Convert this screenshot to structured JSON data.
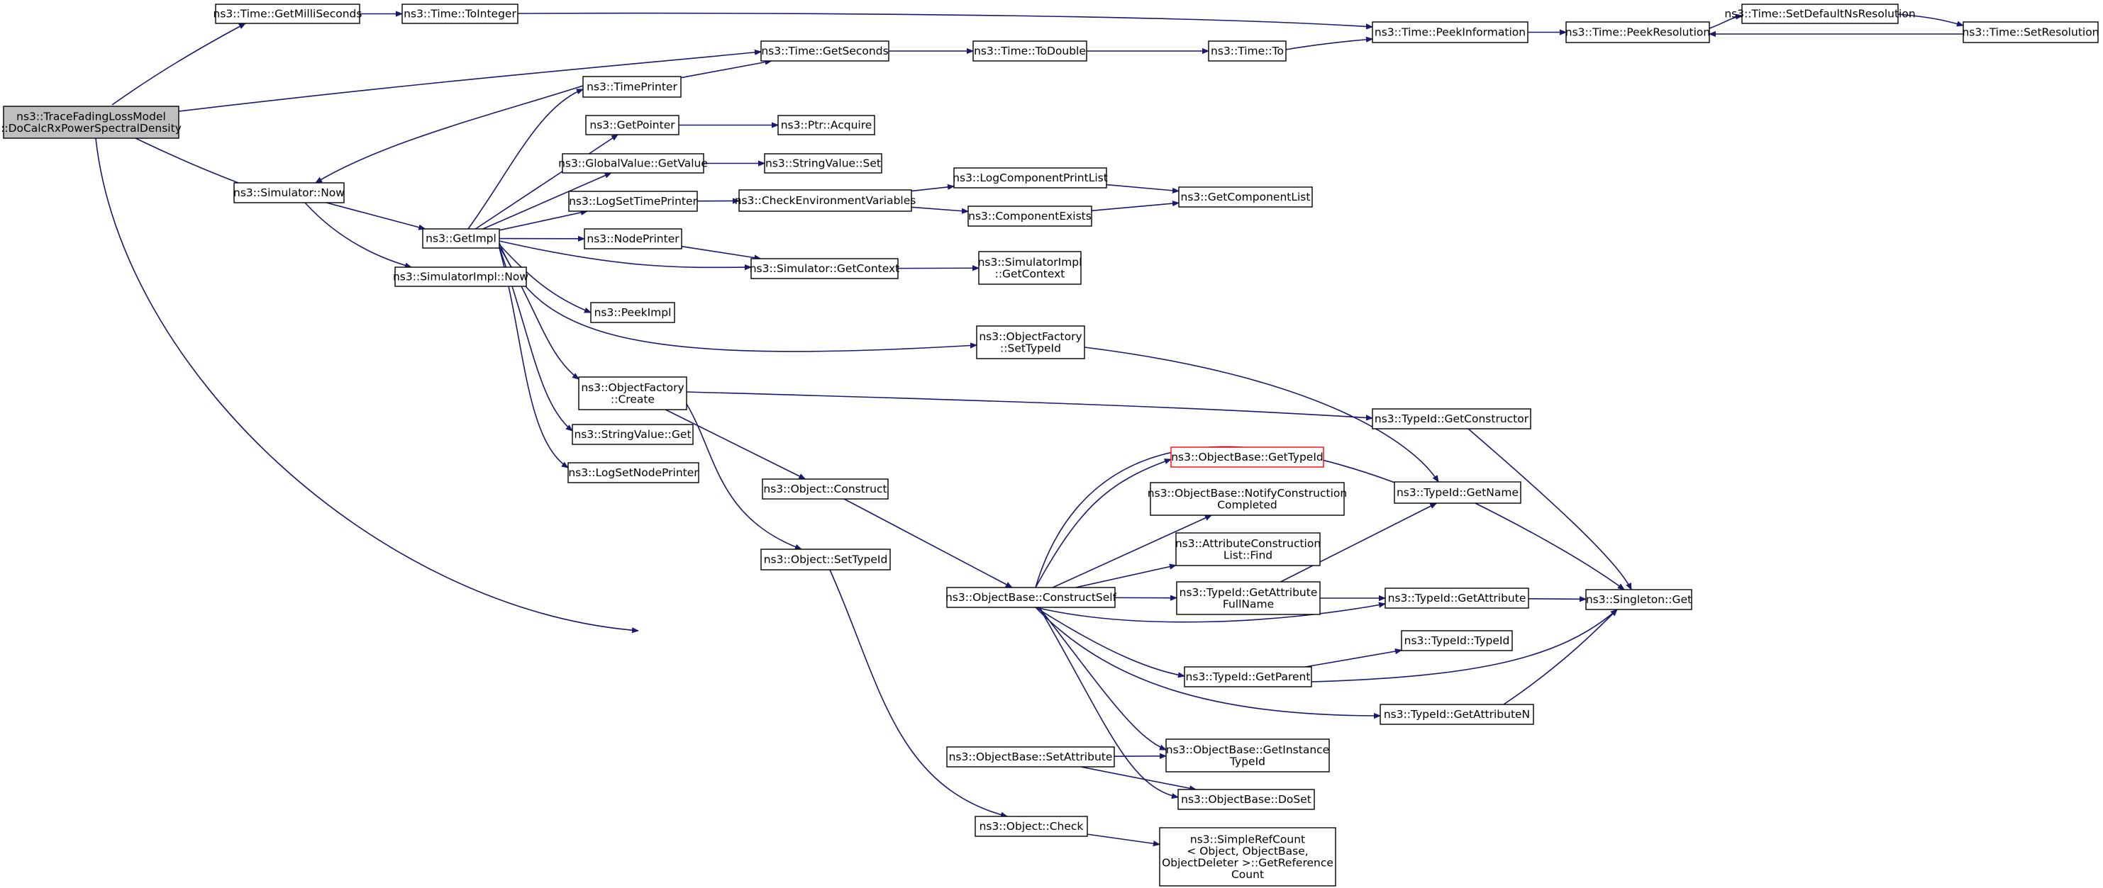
{
  "diagram": {
    "type": "call-graph",
    "colors": {
      "edge": "#191970",
      "node_border": "#000000",
      "root_fill": "#bfbfbf",
      "highlight_border": "#ff0000"
    },
    "nodes": [
      {
        "id": "root",
        "lines": [
          "ns3::TraceFadingLossModel",
          "::DoCalcRxPowerSpectralDensity"
        ],
        "style": "root"
      },
      {
        "id": "getmilli",
        "lines": [
          "ns3::Time::GetMilliSeconds"
        ]
      },
      {
        "id": "tointeger",
        "lines": [
          "ns3::Time::ToInteger"
        ]
      },
      {
        "id": "peekinfo",
        "lines": [
          "ns3::Time::PeekInformation"
        ]
      },
      {
        "id": "peekres",
        "lines": [
          "ns3::Time::PeekResolution"
        ]
      },
      {
        "id": "setdefns",
        "lines": [
          "ns3::Time::SetDefaultNsResolution"
        ]
      },
      {
        "id": "setres",
        "lines": [
          "ns3::Time::SetResolution"
        ]
      },
      {
        "id": "getseconds",
        "lines": [
          "ns3::Time::GetSeconds"
        ]
      },
      {
        "id": "todouble",
        "lines": [
          "ns3::Time::ToDouble"
        ]
      },
      {
        "id": "timeto",
        "lines": [
          "ns3::Time::To"
        ]
      },
      {
        "id": "timeprinter",
        "lines": [
          "ns3::TimePrinter"
        ]
      },
      {
        "id": "getpointer",
        "lines": [
          "ns3::GetPointer"
        ]
      },
      {
        "id": "ptracquire",
        "lines": [
          "ns3::Ptr::Acquire"
        ]
      },
      {
        "id": "gvgetvalue",
        "lines": [
          "ns3::GlobalValue::GetValue"
        ]
      },
      {
        "id": "svset",
        "lines": [
          "ns3::StringValue::Set"
        ]
      },
      {
        "id": "logsettime",
        "lines": [
          "ns3::LogSetTimePrinter"
        ]
      },
      {
        "id": "checkenv",
        "lines": [
          "ns3::CheckEnvironmentVariables"
        ]
      },
      {
        "id": "logcomplist",
        "lines": [
          "ns3::LogComponentPrintList"
        ]
      },
      {
        "id": "compexists",
        "lines": [
          "ns3::ComponentExists"
        ]
      },
      {
        "id": "getcomplist",
        "lines": [
          "ns3::GetComponentList"
        ]
      },
      {
        "id": "simnow",
        "lines": [
          "ns3::Simulator::Now"
        ]
      },
      {
        "id": "getimpl",
        "lines": [
          "ns3::GetImpl"
        ]
      },
      {
        "id": "simimplnow",
        "lines": [
          "ns3::SimulatorImpl::Now"
        ]
      },
      {
        "id": "nodeprinter",
        "lines": [
          "ns3::NodePrinter"
        ]
      },
      {
        "id": "simgetctx",
        "lines": [
          "ns3::Simulator::GetContext"
        ]
      },
      {
        "id": "simimplctx",
        "lines": [
          "ns3::SimulatorImpl",
          "::GetContext"
        ]
      },
      {
        "id": "peekimpl",
        "lines": [
          "ns3::PeekImpl"
        ]
      },
      {
        "id": "ofsettypeid",
        "lines": [
          "ns3::ObjectFactory",
          "::SetTypeId"
        ]
      },
      {
        "id": "ofcreate",
        "lines": [
          "ns3::ObjectFactory",
          "::Create"
        ]
      },
      {
        "id": "svget",
        "lines": [
          "ns3::StringValue::Get"
        ]
      },
      {
        "id": "logsetnode",
        "lines": [
          "ns3::LogSetNodePrinter"
        ]
      },
      {
        "id": "tidgetctor",
        "lines": [
          "ns3::TypeId::GetConstructor"
        ]
      },
      {
        "id": "obgettypeid",
        "lines": [
          "ns3::ObjectBase::GetTypeId"
        ],
        "style": "red"
      },
      {
        "id": "objconstruct",
        "lines": [
          "ns3::Object::Construct"
        ]
      },
      {
        "id": "tidgetname",
        "lines": [
          "ns3::TypeId::GetName"
        ]
      },
      {
        "id": "obnotify",
        "lines": [
          "ns3::ObjectBase::NotifyConstruction",
          "Completed"
        ]
      },
      {
        "id": "objsettypeid",
        "lines": [
          "ns3::Object::SetTypeId"
        ]
      },
      {
        "id": "acfind",
        "lines": [
          "ns3::AttributeConstruction",
          "List::Find"
        ]
      },
      {
        "id": "obconstructself",
        "lines": [
          "ns3::ObjectBase::ConstructSelf"
        ]
      },
      {
        "id": "tidgetattrfull",
        "lines": [
          "ns3::TypeId::GetAttribute",
          "FullName"
        ]
      },
      {
        "id": "tidgetattr",
        "lines": [
          "ns3::TypeId::GetAttribute"
        ]
      },
      {
        "id": "singletonget",
        "lines": [
          "ns3::Singleton::Get"
        ]
      },
      {
        "id": "tidtypeid",
        "lines": [
          "ns3::TypeId::TypeId"
        ]
      },
      {
        "id": "tidgetparent",
        "lines": [
          "ns3::TypeId::GetParent"
        ]
      },
      {
        "id": "tidgetattrn",
        "lines": [
          "ns3::TypeId::GetAttributeN"
        ]
      },
      {
        "id": "obsetattr",
        "lines": [
          "ns3::ObjectBase::SetAttribute"
        ]
      },
      {
        "id": "obgetinst",
        "lines": [
          "ns3::ObjectBase::GetInstance",
          "TypeId"
        ]
      },
      {
        "id": "obdoset",
        "lines": [
          "ns3::ObjectBase::DoSet"
        ]
      },
      {
        "id": "objcheck",
        "lines": [
          "ns3::Object::Check"
        ]
      },
      {
        "id": "srcget",
        "lines": [
          "ns3::SimpleRefCount",
          "< Object, ObjectBase,",
          " ObjectDeleter >::GetReference",
          "Count"
        ]
      }
    ],
    "edges": [
      [
        "root",
        "getmilli"
      ],
      [
        "root",
        "getseconds"
      ],
      [
        "root",
        "simnow"
      ],
      [
        "root",
        "obsetattr"
      ],
      [
        "getmilli",
        "tointeger"
      ],
      [
        "tointeger",
        "peekinfo"
      ],
      [
        "peekinfo",
        "peekres"
      ],
      [
        "peekres",
        "setdefns"
      ],
      [
        "setdefns",
        "setres"
      ],
      [
        "setres",
        "peekres"
      ],
      [
        "getseconds",
        "todouble"
      ],
      [
        "todouble",
        "timeto"
      ],
      [
        "timeto",
        "peekinfo"
      ],
      [
        "timeprinter",
        "getseconds"
      ],
      [
        "timeprinter",
        "simnow"
      ],
      [
        "simnow",
        "getimpl"
      ],
      [
        "simnow",
        "simimplnow"
      ],
      [
        "getimpl",
        "timeprinter"
      ],
      [
        "getimpl",
        "getpointer"
      ],
      [
        "getimpl",
        "gvgetvalue"
      ],
      [
        "getimpl",
        "logsettime"
      ],
      [
        "getimpl",
        "nodeprinter"
      ],
      [
        "getimpl",
        "simgetctx"
      ],
      [
        "getimpl",
        "peekimpl"
      ],
      [
        "getimpl",
        "ofsettypeid"
      ],
      [
        "getimpl",
        "ofcreate"
      ],
      [
        "getimpl",
        "svget"
      ],
      [
        "getimpl",
        "logsetnode"
      ],
      [
        "getpointer",
        "ptracquire"
      ],
      [
        "gvgetvalue",
        "svset"
      ],
      [
        "logsettime",
        "checkenv"
      ],
      [
        "checkenv",
        "logcomplist"
      ],
      [
        "checkenv",
        "compexists"
      ],
      [
        "logcomplist",
        "getcomplist"
      ],
      [
        "compexists",
        "getcomplist"
      ],
      [
        "nodeprinter",
        "simgetctx"
      ],
      [
        "simgetctx",
        "simimplctx"
      ],
      [
        "ofsettypeid",
        "tidgetname"
      ],
      [
        "ofcreate",
        "tidgetctor"
      ],
      [
        "ofcreate",
        "objconstruct"
      ],
      [
        "ofcreate",
        "objsettypeid"
      ],
      [
        "tidgetctor",
        "singletonget"
      ],
      [
        "tidgetname",
        "singletonget"
      ],
      [
        "objconstruct",
        "obconstructself"
      ],
      [
        "obconstructself",
        "obgettypeid"
      ],
      [
        "obconstructself",
        "obnotify"
      ],
      [
        "obconstructself",
        "acfind"
      ],
      [
        "obconstructself",
        "tidgetattrfull"
      ],
      [
        "obconstructself",
        "tidgetattr"
      ],
      [
        "obconstructself",
        "tidgetparent"
      ],
      [
        "obconstructself",
        "tidgetattrn"
      ],
      [
        "obconstructself",
        "obgetinst"
      ],
      [
        "obconstructself",
        "obdoset"
      ],
      [
        "obconstructself",
        "tidgetname"
      ],
      [
        "tidgetattrfull",
        "tidgetattr"
      ],
      [
        "tidgetattrfull",
        "tidgetname"
      ],
      [
        "tidgetattr",
        "singletonget"
      ],
      [
        "tidgetparent",
        "tidtypeid"
      ],
      [
        "tidgetparent",
        "singletonget"
      ],
      [
        "tidgetattrn",
        "singletonget"
      ],
      [
        "obsetattr",
        "obgetinst"
      ],
      [
        "obsetattr",
        "obdoset"
      ],
      [
        "objsettypeid",
        "objcheck"
      ],
      [
        "objcheck",
        "srcget"
      ]
    ]
  }
}
